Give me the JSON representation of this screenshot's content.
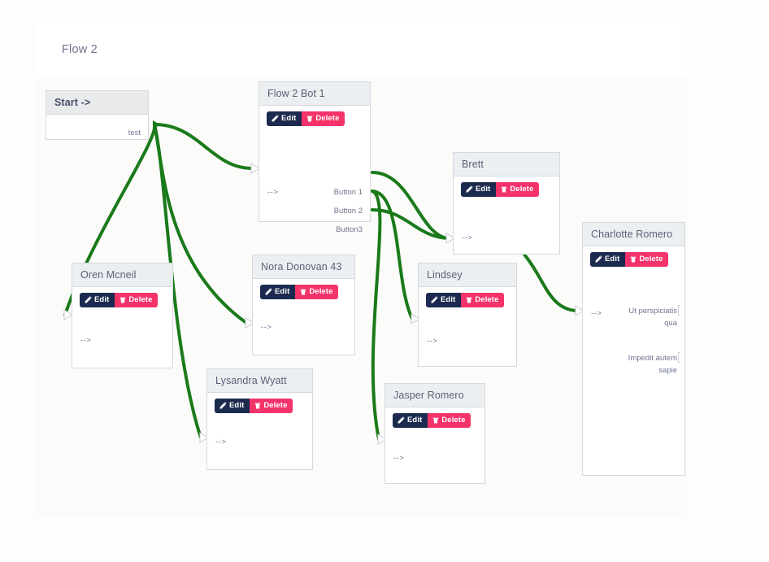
{
  "header": {
    "title": "Flow 2"
  },
  "labels": {
    "edit": "Edit",
    "delete": "Delete",
    "arrow_in": "-->"
  },
  "nodes": [
    {
      "id": "start",
      "title": "Start ->",
      "has_buttons": false,
      "inputs": [],
      "outputs": [
        "test"
      ]
    },
    {
      "id": "flow2bot1",
      "title": "Flow 2 Bot 1",
      "has_buttons": true,
      "inputs": [
        "-->"
      ],
      "outputs": [
        "Button 1",
        "Button 2",
        "Button3"
      ]
    },
    {
      "id": "oren",
      "title": "Oren Mcneil",
      "has_buttons": true,
      "inputs": [
        "-->"
      ],
      "outputs": []
    },
    {
      "id": "nora",
      "title": "Nora Donovan 43",
      "has_buttons": true,
      "inputs": [
        "-->"
      ],
      "outputs": []
    },
    {
      "id": "lysandra",
      "title": "Lysandra Wyatt",
      "has_buttons": true,
      "inputs": [
        "-->"
      ],
      "outputs": []
    },
    {
      "id": "brett",
      "title": "Brett",
      "has_buttons": true,
      "inputs": [
        "-->"
      ],
      "outputs": []
    },
    {
      "id": "lindsey",
      "title": "Lindsey",
      "has_buttons": true,
      "inputs": [
        "-->"
      ],
      "outputs": []
    },
    {
      "id": "jasper",
      "title": "Jasper Romero",
      "has_buttons": true,
      "inputs": [
        "-->"
      ],
      "outputs": []
    },
    {
      "id": "charlotte",
      "title": "Charlotte Romero",
      "has_buttons": true,
      "inputs": [
        "-->"
      ],
      "outputs": [
        "Ut perspiciatis qua",
        "Impedit autem sapie"
      ]
    }
  ],
  "edges": [
    {
      "from": "start.test",
      "to": "flow2bot1.in"
    },
    {
      "from": "start.test",
      "to": "oren.in"
    },
    {
      "from": "start.test",
      "to": "nora.in"
    },
    {
      "from": "start.test",
      "to": "lysandra.in"
    },
    {
      "from": "flow2bot1.Button 1",
      "to": "brett.in"
    },
    {
      "from": "flow2bot1.Button 2",
      "to": "jasper.in"
    },
    {
      "from": "flow2bot1.Button3",
      "to": "brett.in"
    },
    {
      "from": "flow2bot1.Button 2b",
      "to": "lindsey.in"
    },
    {
      "from": "brett.out",
      "to": "charlotte.in"
    }
  ],
  "colors": {
    "edge": "#1a7a1a",
    "edit_button": "#1b2a4e",
    "delete_button": "#f4336b",
    "node_header": "#eceff1",
    "node_border": "#d7d9de",
    "title_text": "#6f7390",
    "canvas": "#fbfbfa"
  }
}
